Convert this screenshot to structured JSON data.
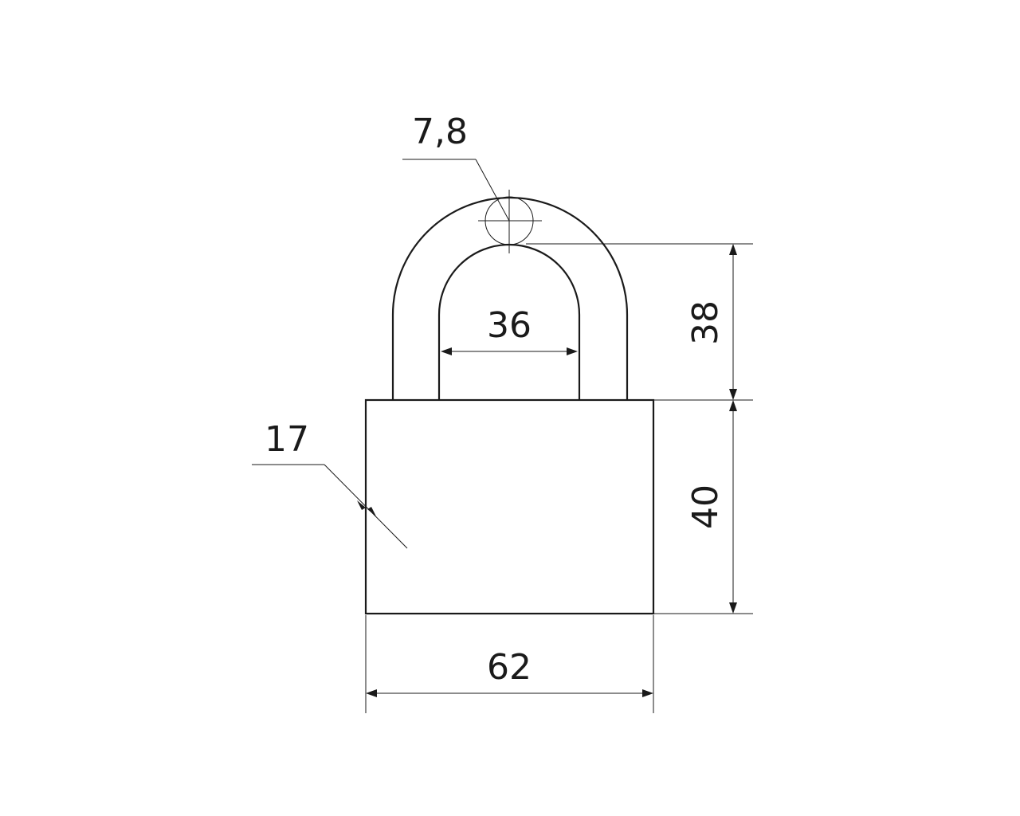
{
  "dimensions": {
    "shackle_diameter": "7,8",
    "shackle_inner_width": "36",
    "shackle_height": "38",
    "body_height": "40",
    "body_width": "62",
    "body_thickness": "17"
  },
  "colors": {
    "line": "#1a1a1a",
    "background": "#ffffff"
  }
}
